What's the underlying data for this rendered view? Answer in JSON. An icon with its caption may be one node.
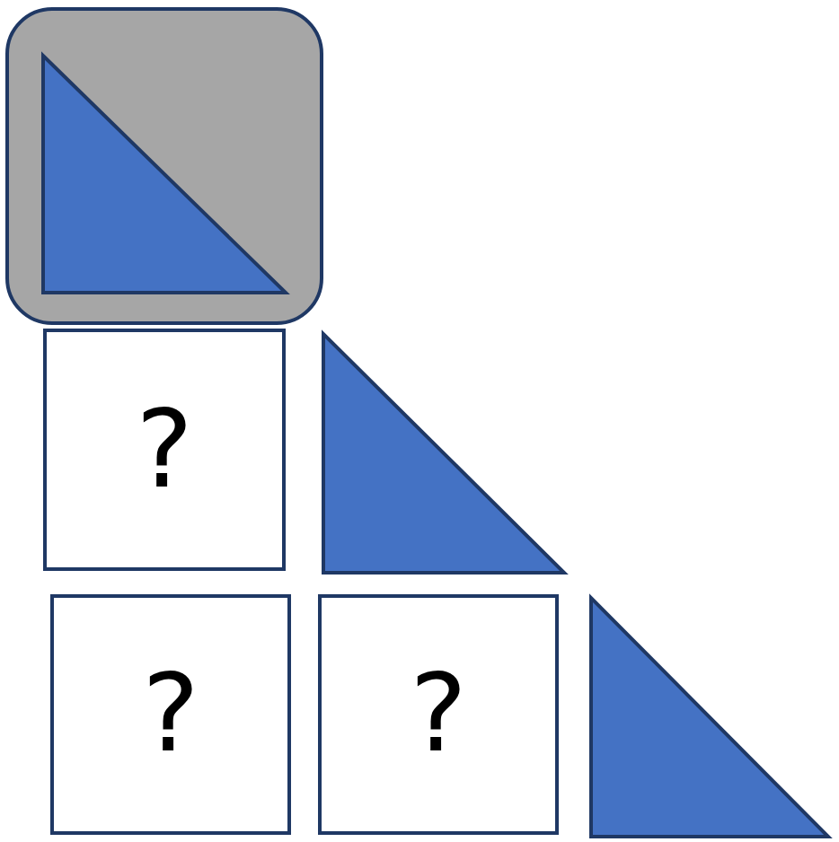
{
  "diagram": {
    "nodes": [
      {
        "text": [],
        "shape": "box"
      },
      {
        "text": [],
        "shape": "triangle",
        "in": 0
      },
      {
        "text": [
          "?"
        ]
      },
      {
        "text": [],
        "shape": "triangle"
      },
      {
        "text": [
          "?"
        ]
      },
      {
        "text": [
          "?"
        ]
      },
      {
        "text": [],
        "shape": "triangle"
      }
    ]
  }
}
